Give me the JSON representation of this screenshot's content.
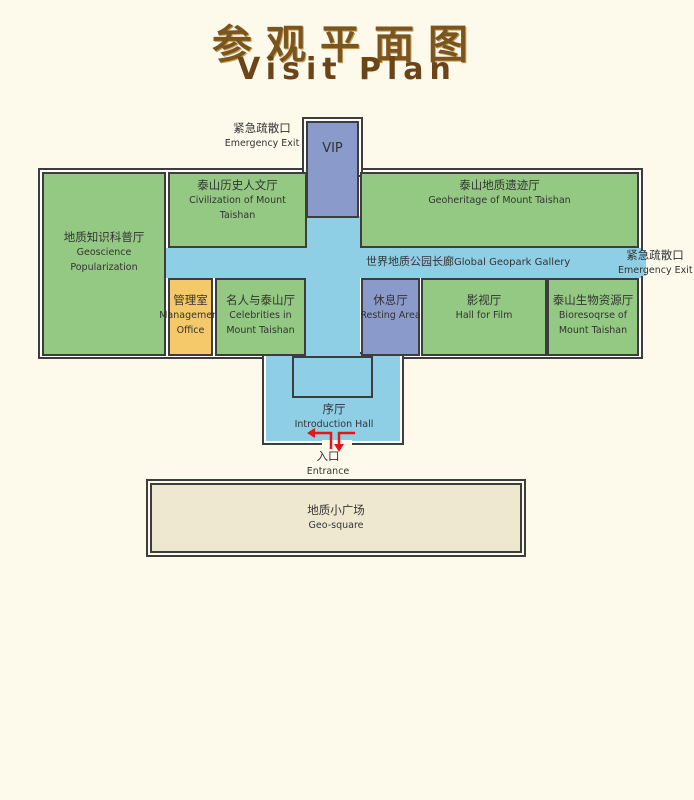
{
  "header": {
    "title_cn": "参观平面图",
    "title_en": "Visit Plan"
  },
  "rooms": {
    "vip": {
      "en": "VIP"
    },
    "civilization": {
      "cn": "泰山历史人文厅",
      "en": "Civilization of  Mount Taishan"
    },
    "geoheritage": {
      "cn": "泰山地质遗迹厅",
      "en": "Geoheritage of Mount Taishan"
    },
    "geoscience": {
      "cn": "地质知识科普厅",
      "en": "Geoscience Popularization"
    },
    "gallery": {
      "cn": "世界地质公园长廊",
      "en": "Global Geopark Gallery"
    },
    "management": {
      "cn": "管理室",
      "en1": "Management",
      "en2": "Office"
    },
    "celebrities": {
      "cn": "名人与泰山厅",
      "en1": "Celebrities in",
      "en2": "Mount Taishan"
    },
    "resting": {
      "cn": "休息厅",
      "en": "Resting Area"
    },
    "film": {
      "cn": "影视厅",
      "en": "Hall for Film"
    },
    "bioresource": {
      "cn": "泰山生物资源厅",
      "en1": "Bioresoqrse of",
      "en2": "Mount Taishan"
    },
    "intro": {
      "cn": "序厅",
      "en": "Introduction Hall"
    },
    "square": {
      "cn": "地质小广场",
      "en": "Geo-square"
    }
  },
  "exits": {
    "top": {
      "cn": "紧急疏散口",
      "en": "Emergency Exit"
    },
    "right": {
      "cn": "紧急疏散口",
      "en": "Emergency Exit"
    },
    "entrance": {
      "cn": "入口",
      "en": "Entrance"
    }
  },
  "colors": {
    "hall": "#93c982",
    "corridor": "#8ecfe6",
    "vip": "#8a9acb",
    "office": "#f5c96a",
    "arrow": "#e8141b"
  }
}
